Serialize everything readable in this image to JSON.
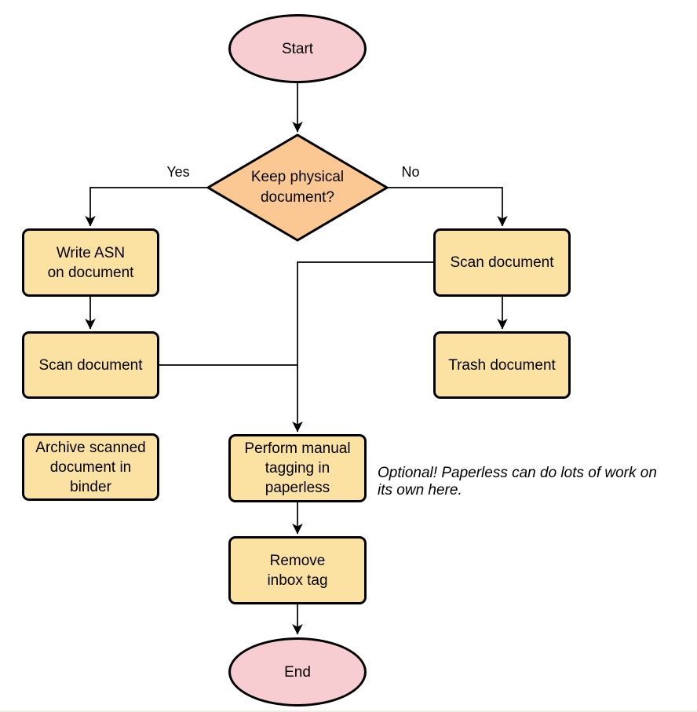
{
  "nodes": {
    "start": {
      "label": "Start",
      "type": "terminator"
    },
    "decision": {
      "label": [
        "Keep physical",
        "document?"
      ],
      "type": "decision"
    },
    "write_asn": {
      "label": [
        "Write ASN",
        "on document"
      ],
      "type": "process"
    },
    "scan_left": {
      "label": "Scan document",
      "type": "process"
    },
    "archive": {
      "label": [
        "Archive scanned",
        "document in",
        "binder"
      ],
      "type": "process"
    },
    "scan_right": {
      "label": "Scan document",
      "type": "process"
    },
    "trash": {
      "label": "Trash document",
      "type": "process"
    },
    "tagging": {
      "label": [
        "Perform manual",
        "tagging in",
        "paperless"
      ],
      "type": "process"
    },
    "remove_inbox": {
      "label": [
        "Remove",
        "inbox tag"
      ],
      "type": "process"
    },
    "end": {
      "label": "End",
      "type": "terminator"
    }
  },
  "edges": {
    "yes_label": "Yes",
    "no_label": "No",
    "list": [
      "start -> decision",
      "decision -Yes-> write_asn",
      "decision -No-> scan_right",
      "write_asn -> scan_left",
      "scan_left -> tagging",
      "scan_right -> tagging",
      "scan_right -> trash",
      "tagging -> remove_inbox",
      "remove_inbox -> end"
    ]
  },
  "annotation": {
    "text": [
      "Optional! Paperless can do lots of work on",
      "its own here."
    ]
  },
  "colors": {
    "terminator_fill": "#F7CDD1",
    "decision_fill": "#FBC893",
    "process_fill": "#FCE2A2",
    "stroke": "#000000",
    "background": "#FFFFFF"
  }
}
